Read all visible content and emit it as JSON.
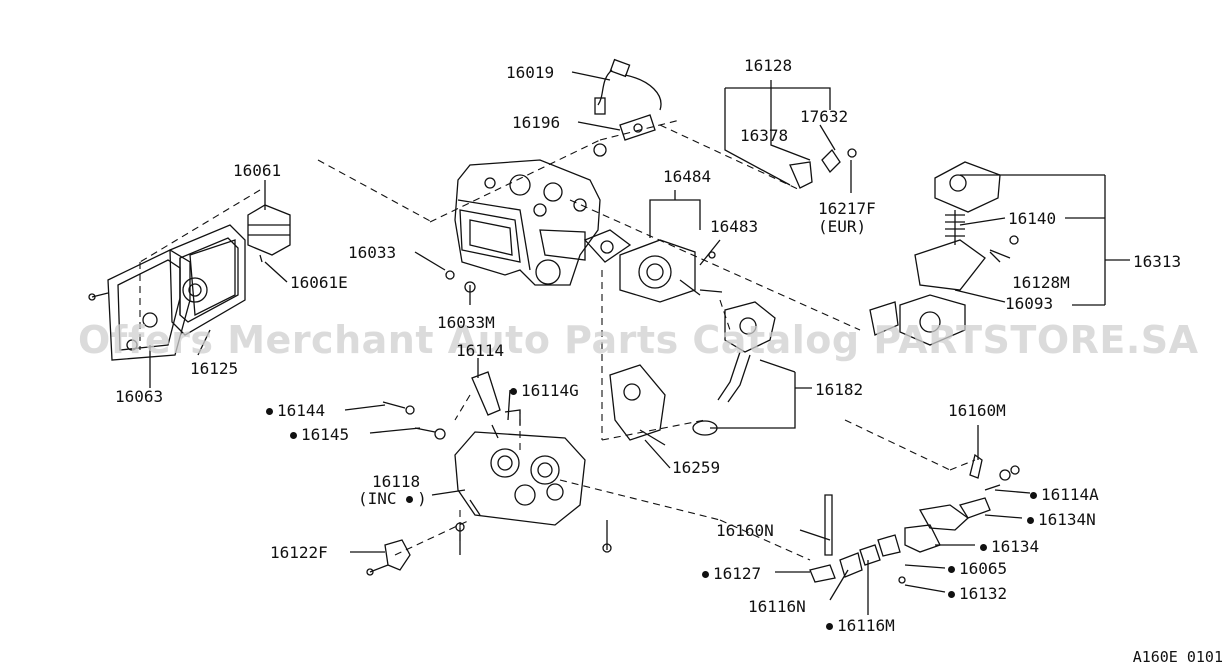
{
  "labels": {
    "l16019": "16019",
    "l16196": "16196",
    "l16128": "16128",
    "l16378": "16378",
    "l17632": "17632",
    "l16217F": "16217F",
    "lEUR": "(EUR)",
    "l16061": "16061",
    "l16484": "16484",
    "l16483": "16483",
    "l16140": "16140",
    "l16313": "16313",
    "l16033": "16033",
    "l16061E": "16061E",
    "l16128M": "16128M",
    "l16093": "16093",
    "l16033M": "16033M",
    "l16114": "16114",
    "l16125": "16125",
    "l16063": "16063",
    "l16114G": "16114G",
    "l16182": "16182",
    "l16144": "16144",
    "l16145": "16145",
    "l16160M": "16160M",
    "l16118": "16118",
    "lINC": "(INC",
    "l16259": "16259",
    "l16114A": "16114A",
    "l16134N": "16134N",
    "l16160N": "16160N",
    "l16134": "16134",
    "l16122F": "16122F",
    "l16065": "16065",
    "l16127": "16127",
    "l16132": "16132",
    "l16116N": "16116N",
    "l16116M": "16116M"
  },
  "watermark": "Offers Merchant Auto Parts Catalog PARTSTORE.SA",
  "diagram_code": "A160E 0101"
}
